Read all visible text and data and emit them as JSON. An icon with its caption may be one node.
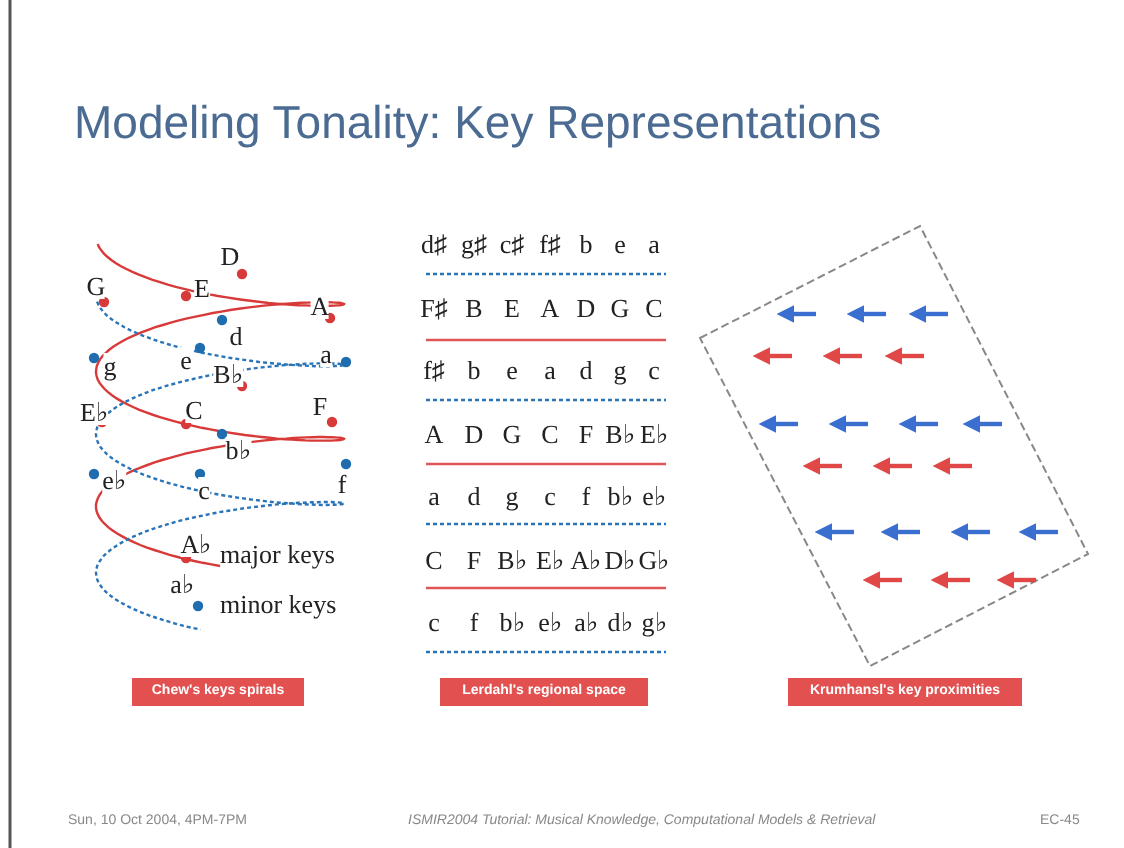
{
  "diagram": {
    "title": "Modeling Tonality: Key Representations",
    "nodes": [
      {
        "text": [
          "Chew's keys spirals"
        ]
      },
      {
        "text": [
          "Lerdahl's regional space"
        ]
      },
      {
        "text": [
          "Krumhansl's key proximities"
        ]
      }
    ],
    "labels": [
      "D",
      "G",
      "E",
      "A",
      "d",
      "g",
      "e",
      "a",
      "B♭",
      "E♭",
      "C",
      "F",
      "b♭",
      "e♭",
      "c",
      "f",
      "A♭",
      "major keys",
      "a♭",
      "minor keys",
      "d♯",
      "g♯",
      "c♯",
      "f♯",
      "b",
      "e",
      "a",
      "F♯",
      "B",
      "E",
      "A",
      "D",
      "G",
      "C",
      "f♯",
      "b",
      "e",
      "a",
      "d",
      "g",
      "c",
      "A",
      "D",
      "G",
      "C",
      "F",
      "B♭",
      "E♭",
      "a",
      "d",
      "g",
      "c",
      "f",
      "b♭",
      "e♭",
      "C",
      "F",
      "B♭",
      "E♭",
      "A♭",
      "D♭",
      "G♭",
      "c",
      "f",
      "b♭",
      "e♭",
      "a♭",
      "d♭",
      "g♭",
      "Sun, 10 Oct 2004, 4PM-7PM",
      "ISMIR2004 Tutorial: Musical Knowledge, Computational Models & Retrieval",
      "EC-45"
    ]
  }
}
